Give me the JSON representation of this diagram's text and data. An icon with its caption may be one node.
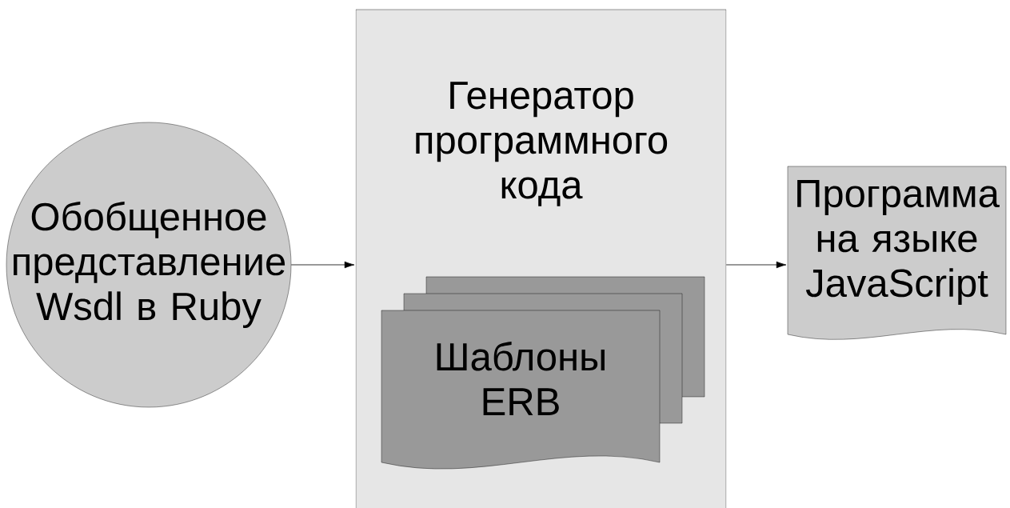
{
  "diagram": {
    "nodes": [
      {
        "text": [
          "Обобщенное представление Wsdl в Ruby"
        ]
      },
      {
        "text": [
          "Генератор программного кода"
        ]
      },
      {
        "text": [
          "Шаблоны ERB"
        ],
        "in": 1
      },
      {
        "text": [
          "Программа на языке JavaScript"
        ]
      }
    ],
    "edges": [
      {
        "from": 0,
        "to": 1,
        "arrow": "to"
      },
      {
        "from": 1,
        "to": 3,
        "arrow": "to"
      }
    ]
  }
}
